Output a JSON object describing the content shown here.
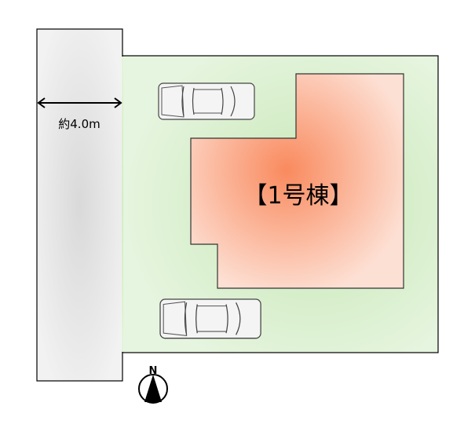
{
  "road": {
    "width_label": "約4.0m"
  },
  "building": {
    "label": "【1号棟】"
  },
  "compass": {
    "north_label": "N"
  },
  "colors": {
    "road": "#e2e2e2",
    "lot": "#d6efcc",
    "building": "#f9a487",
    "outline": "#000000"
  }
}
